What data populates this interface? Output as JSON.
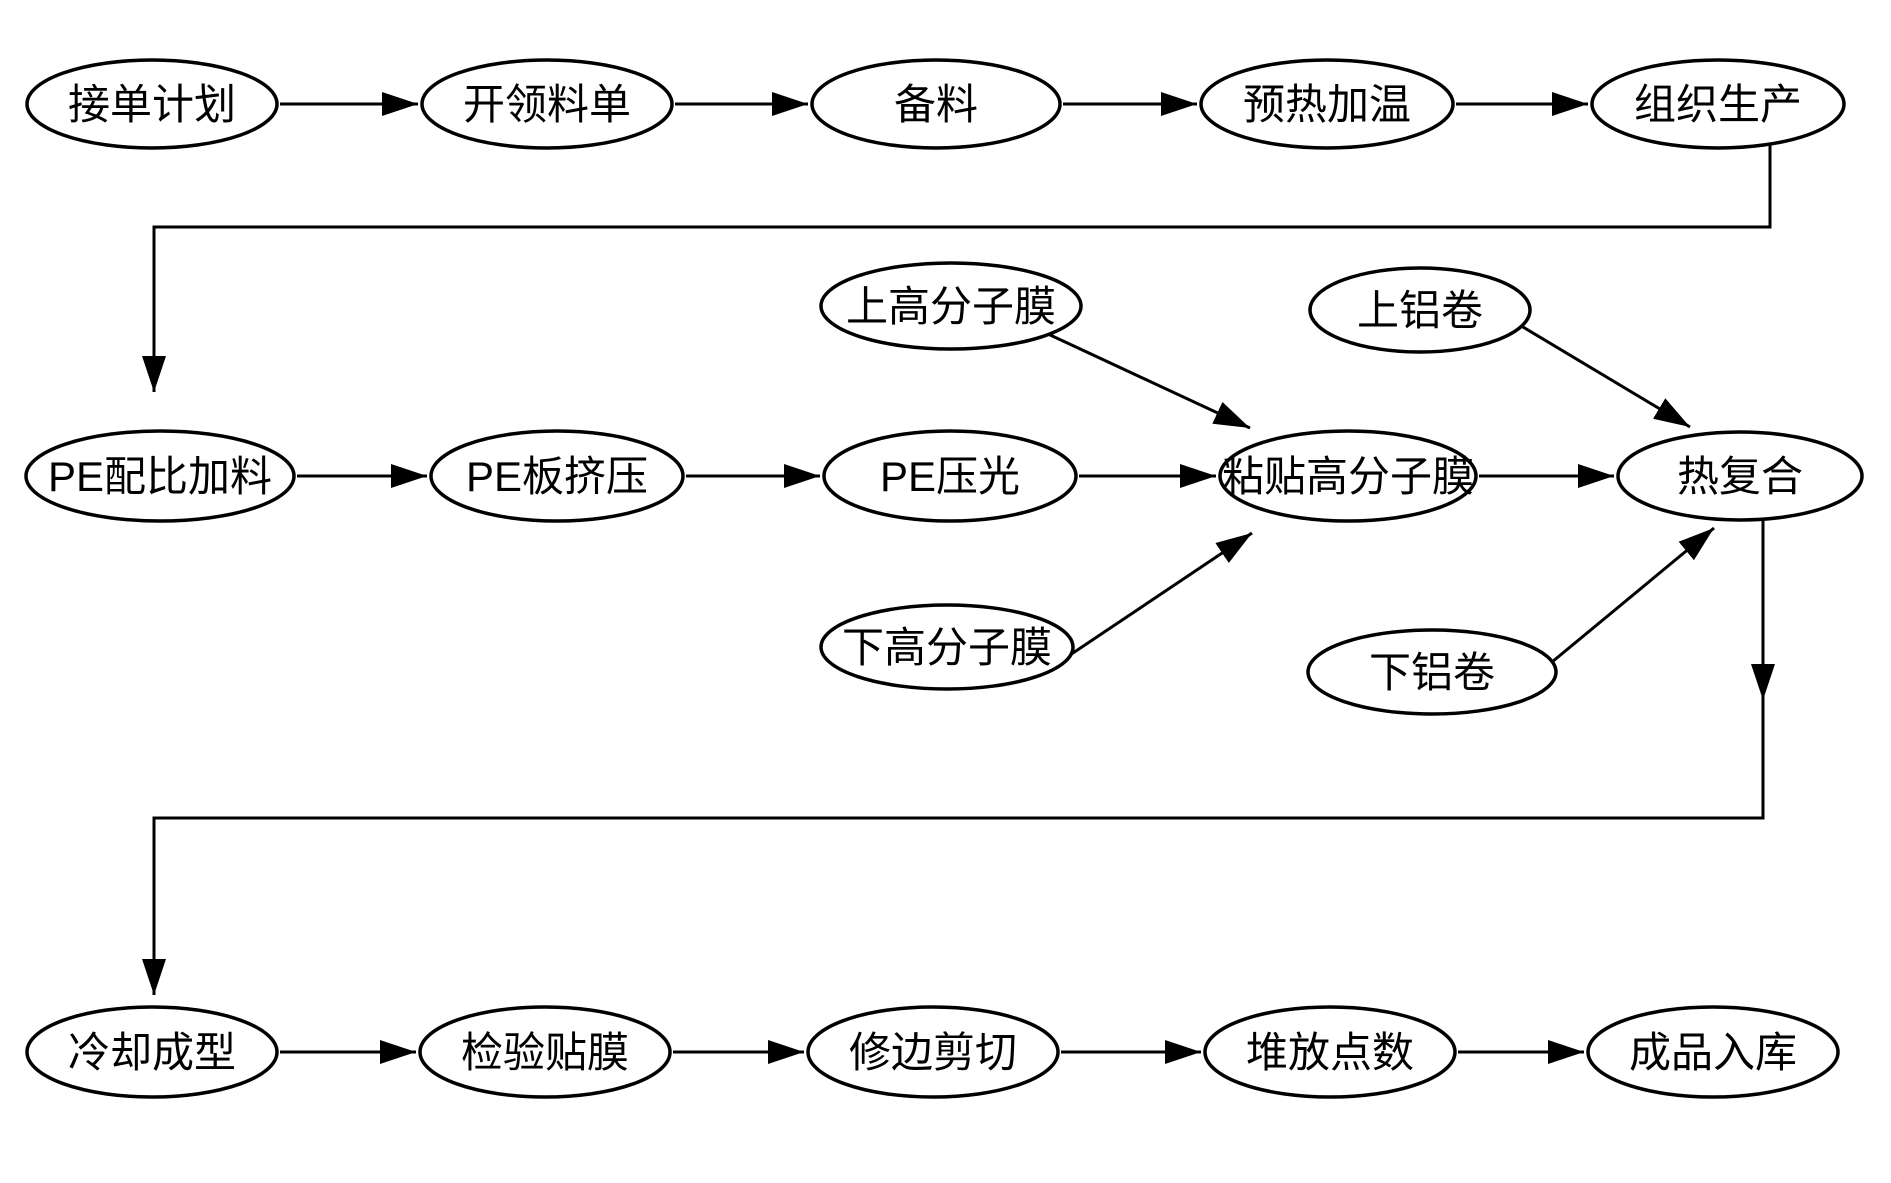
{
  "diagram": {
    "type": "flowchart",
    "background_color": "#ffffff",
    "node_fill_color": "#ffffff",
    "node_stroke_color": "#000000",
    "text_color": "#000000",
    "node_shape": "ellipse",
    "nodes": [
      {
        "id": "jiedan-jihua",
        "label": "接单计划",
        "row": "top"
      },
      {
        "id": "kai-lingliao-dan",
        "label": "开领料单",
        "row": "top"
      },
      {
        "id": "beiliao",
        "label": "备料",
        "row": "top"
      },
      {
        "id": "yure-jiawen",
        "label": "预热加温",
        "row": "top"
      },
      {
        "id": "zuzhi-shengchan",
        "label": "组织生产",
        "row": "top"
      },
      {
        "id": "shang-gaofenzi-mo",
        "label": "上高分子膜",
        "row": "upper-input"
      },
      {
        "id": "shang-lvjuan",
        "label": "上铝卷",
        "row": "upper-input"
      },
      {
        "id": "pe-peibi-jialiao",
        "label": "PE配比加料",
        "row": "middle"
      },
      {
        "id": "pe-ban-jiya",
        "label": "PE板挤压",
        "row": "middle"
      },
      {
        "id": "pe-yaguang",
        "label": "PE压光",
        "row": "middle"
      },
      {
        "id": "zhantie-gaofenzi-mo",
        "label": "粘贴高分子膜",
        "row": "middle"
      },
      {
        "id": "re-fuhe",
        "label": "热复合",
        "row": "middle"
      },
      {
        "id": "xia-gaofenzi-mo",
        "label": "下高分子膜",
        "row": "lower-input"
      },
      {
        "id": "xia-lvjuan",
        "label": "下铝卷",
        "row": "lower-input"
      },
      {
        "id": "lengque-chengxing",
        "label": "冷却成型",
        "row": "bottom"
      },
      {
        "id": "jianyan-tiemo",
        "label": "检验贴膜",
        "row": "bottom"
      },
      {
        "id": "xiubian-jianqie",
        "label": "修边剪切",
        "row": "bottom"
      },
      {
        "id": "duifang-dianshu",
        "label": "堆放点数",
        "row": "bottom"
      },
      {
        "id": "chengpin-ruku",
        "label": "成品入库",
        "row": "bottom"
      }
    ],
    "edges": [
      {
        "from": "jiedan-jihua",
        "to": "kai-lingliao-dan"
      },
      {
        "from": "kai-lingliao-dan",
        "to": "beiliao"
      },
      {
        "from": "beiliao",
        "to": "yure-jiawen"
      },
      {
        "from": "yure-jiawen",
        "to": "zuzhi-shengchan"
      },
      {
        "from": "zuzhi-shengchan",
        "to": "pe-peibi-jialiao"
      },
      {
        "from": "pe-peibi-jialiao",
        "to": "pe-ban-jiya"
      },
      {
        "from": "pe-ban-jiya",
        "to": "pe-yaguang"
      },
      {
        "from": "pe-yaguang",
        "to": "zhantie-gaofenzi-mo"
      },
      {
        "from": "shang-gaofenzi-mo",
        "to": "zhantie-gaofenzi-mo"
      },
      {
        "from": "xia-gaofenzi-mo",
        "to": "zhantie-gaofenzi-mo"
      },
      {
        "from": "zhantie-gaofenzi-mo",
        "to": "re-fuhe"
      },
      {
        "from": "shang-lvjuan",
        "to": "re-fuhe"
      },
      {
        "from": "xia-lvjuan",
        "to": "re-fuhe"
      },
      {
        "from": "re-fuhe",
        "to": "lengque-chengxing"
      },
      {
        "from": "lengque-chengxing",
        "to": "jianyan-tiemo"
      },
      {
        "from": "jianyan-tiemo",
        "to": "xiubian-jianqie"
      },
      {
        "from": "xiubian-jianqie",
        "to": "duifang-dianshu"
      },
      {
        "from": "duifang-dianshu",
        "to": "chengpin-ruku"
      }
    ]
  }
}
